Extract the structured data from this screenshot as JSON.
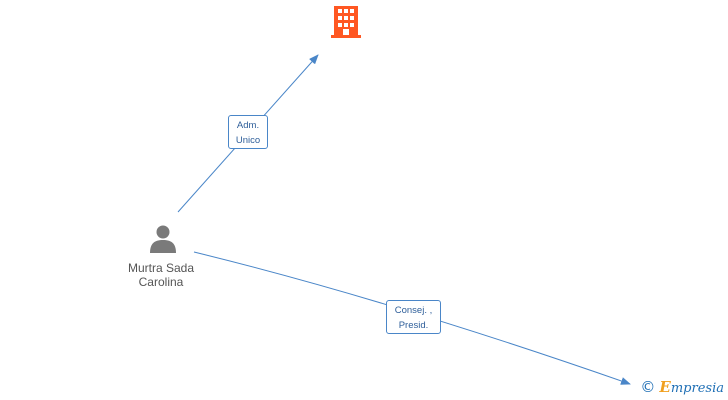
{
  "nodes": {
    "company": {
      "icon": "building-icon",
      "color": "#ff5722"
    },
    "person": {
      "icon": "person-icon",
      "color": "#7a7a7a",
      "name_line1": "Murtra Sada",
      "name_line2": "Carolina"
    }
  },
  "edges": [
    {
      "label_line1": "Adm.",
      "label_line2": "Unico"
    },
    {
      "label_line1": "Consej. ,",
      "label_line2": "Presid."
    }
  ],
  "watermark": {
    "symbol": "©",
    "brand_initial": "E",
    "brand_rest": "mpresia"
  },
  "colors": {
    "edge": "#4a86c8",
    "label_text": "#2f5f9a"
  }
}
